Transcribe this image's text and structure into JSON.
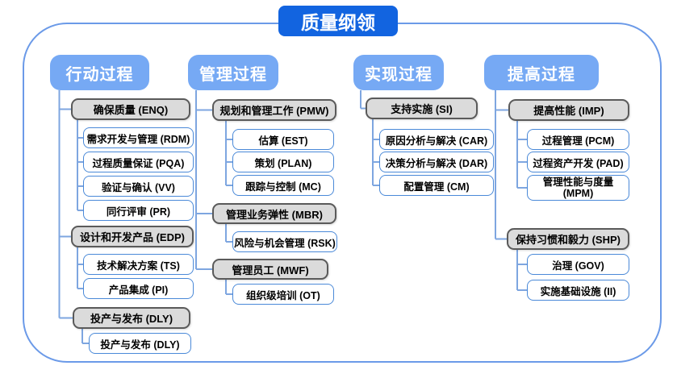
{
  "title": "质量纲领",
  "colors": {
    "title_bg": "#1264E0",
    "column_header_bg": "#76A9F4",
    "group_fill": "#DBDBDB",
    "group_border": "#5A5A5A",
    "leaf_border": "#4A89D8",
    "connector": "#7EA6E0",
    "frame_border": "#6B9AE8"
  },
  "columns": [
    {
      "header": "行动过程",
      "groups": [
        {
          "label": "确保质量 (ENQ)",
          "children": [
            "需求开发与管理 (RDM)",
            "过程质量保证 (PQA)",
            "验证与确认 (VV)",
            "同行评审 (PR)"
          ]
        },
        {
          "label": "设计和开发产品 (EDP)",
          "children": [
            "技术解决方案 (TS)",
            "产品集成 (PI)"
          ]
        },
        {
          "label": "投产与发布 (DLY)",
          "children": [
            "投产与发布 (DLY)"
          ]
        }
      ]
    },
    {
      "header": "管理过程",
      "groups": [
        {
          "label": "规划和管理工作 (PMW)",
          "children": [
            "估算 (EST)",
            "策划 (PLAN)",
            "跟踪与控制 (MC)"
          ]
        },
        {
          "label": "管理业务弹性 (MBR)",
          "children": [
            "风险与机会管理 (RSK)"
          ]
        },
        {
          "label": "管理员工 (MWF)",
          "children": [
            "组织级培训 (OT)"
          ]
        }
      ]
    },
    {
      "header": "实现过程",
      "groups": [
        {
          "label": "支持实施 (SI)",
          "children": [
            "原因分析与解决 (CAR)",
            "决策分析与解决 (DAR)",
            "配置管理 (CM)"
          ]
        }
      ]
    },
    {
      "header": "提高过程",
      "groups": [
        {
          "label": "提高性能 (IMP)",
          "children": [
            "过程管理 (PCM)",
            "过程资产开发 (PAD)",
            "管理性能与度量 (MPM)"
          ]
        },
        {
          "label": "保持习惯和毅力 (SHP)",
          "children": [
            "治理 (GOV)",
            "实施基础设施 (II)"
          ]
        }
      ]
    }
  ]
}
